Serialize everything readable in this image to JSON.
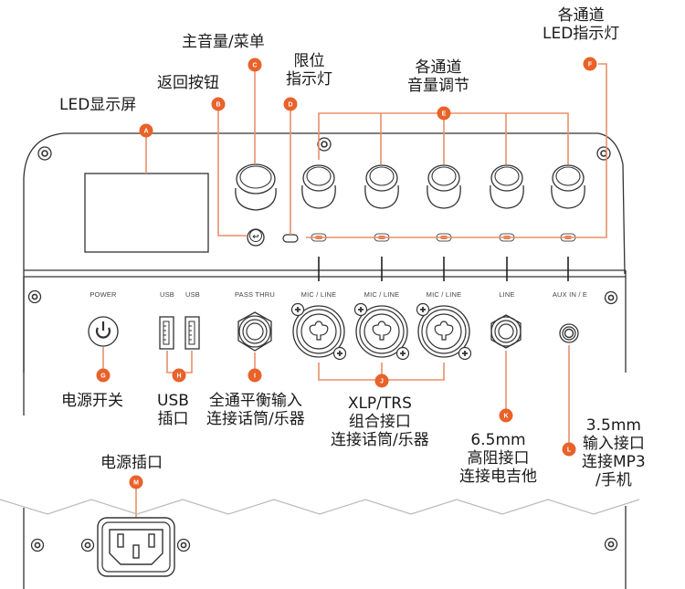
{
  "diagram": {
    "accent_color": "#E8622A",
    "line_color": "#E8906A",
    "outline_color": "#333333",
    "cut_line_color": "#BBBBBB"
  },
  "callouts": {
    "A": {
      "letter": "A",
      "lines": [
        "LED显示屏"
      ]
    },
    "B": {
      "letter": "B",
      "lines": [
        "返回按钮"
      ]
    },
    "C": {
      "letter": "C",
      "lines": [
        "主音量/菜单"
      ]
    },
    "D": {
      "letter": "D",
      "lines": [
        "限位",
        "指示灯"
      ]
    },
    "E": {
      "letter": "E",
      "lines": [
        "各通道",
        "音量调节"
      ]
    },
    "F": {
      "letter": "F",
      "lines": [
        "各通道",
        "LED指示灯"
      ]
    },
    "G": {
      "letter": "G",
      "lines": [
        "电源开关"
      ]
    },
    "H": {
      "letter": "H",
      "lines": [
        "USB",
        "插口"
      ]
    },
    "I": {
      "letter": "I",
      "lines": [
        "全通平衡输入",
        "连接话筒/乐器"
      ]
    },
    "J": {
      "letter": "J",
      "lines": [
        "XLP/TRS",
        "组合接口",
        "连接话筒/乐器"
      ]
    },
    "K": {
      "letter": "K",
      "lines": [
        "6.5mm",
        "高阻接口",
        "连接电吉他"
      ]
    },
    "L": {
      "letter": "L",
      "lines": [
        "3.5mm",
        "输入接口",
        "连接MP3",
        "/手机"
      ]
    },
    "M": {
      "letter": "M",
      "lines": [
        "电源插口"
      ]
    }
  },
  "panel_labels": {
    "power": "POWER",
    "usb1": "USB",
    "usb2": "USB",
    "pass_thru": "PASS THRU",
    "ch1": "MIC / LINE",
    "ch2": "MIC / LINE",
    "ch3": "MIC / LINE",
    "ch4": "LINE",
    "ch5": "AUX IN / E"
  }
}
